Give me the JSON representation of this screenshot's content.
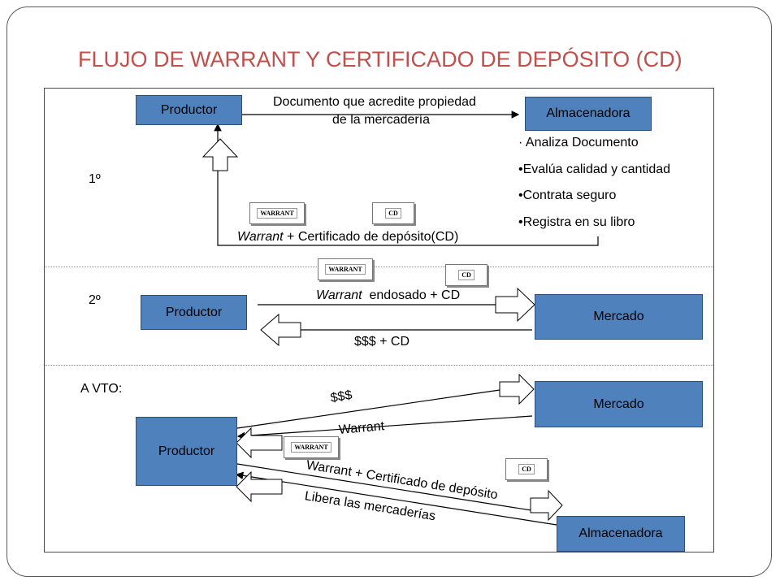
{
  "title": "FLUJO DE WARRANT Y CERTIFICADO DE DEPÓSITO (CD)",
  "stages": {
    "first": "1º",
    "second": "2º",
    "third": "A VTO:"
  },
  "boxes": {
    "productor_1": "Productor",
    "almacenadora_1": "Almacenadora",
    "productor_2": "Productor",
    "mercado_2": "Mercado",
    "productor_3": "Productor",
    "mercado_3": "Mercado",
    "almacenadora_3": "Almacenadora"
  },
  "stage1": {
    "doc_label_line1": "Documento que acredite propiedad",
    "doc_label_line2": "de la mercadería",
    "bullets": [
      "· Analiza Documento",
      "•Evalúa calidad y cantidad",
      "•Contrata seguro",
      "•Registra en su libro"
    ],
    "return_label_italic": "Warrant",
    "return_label_rest": " + Certificado de depósito(CD)"
  },
  "stage2": {
    "to_market_italic": "Warrant",
    "to_market_rest": "  endosado + CD",
    "from_market": "$$$ + CD"
  },
  "stage3": {
    "money": "$$$",
    "warrant": "Warrant",
    "warrant_cd": "Warrant + Certificado de depósito",
    "libera": "Libera las mercaderías"
  },
  "cards": {
    "warrant": "WARRANT",
    "cd": "CD"
  },
  "colors": {
    "box_fill": "#4f81bd",
    "title": "#c0504d"
  }
}
